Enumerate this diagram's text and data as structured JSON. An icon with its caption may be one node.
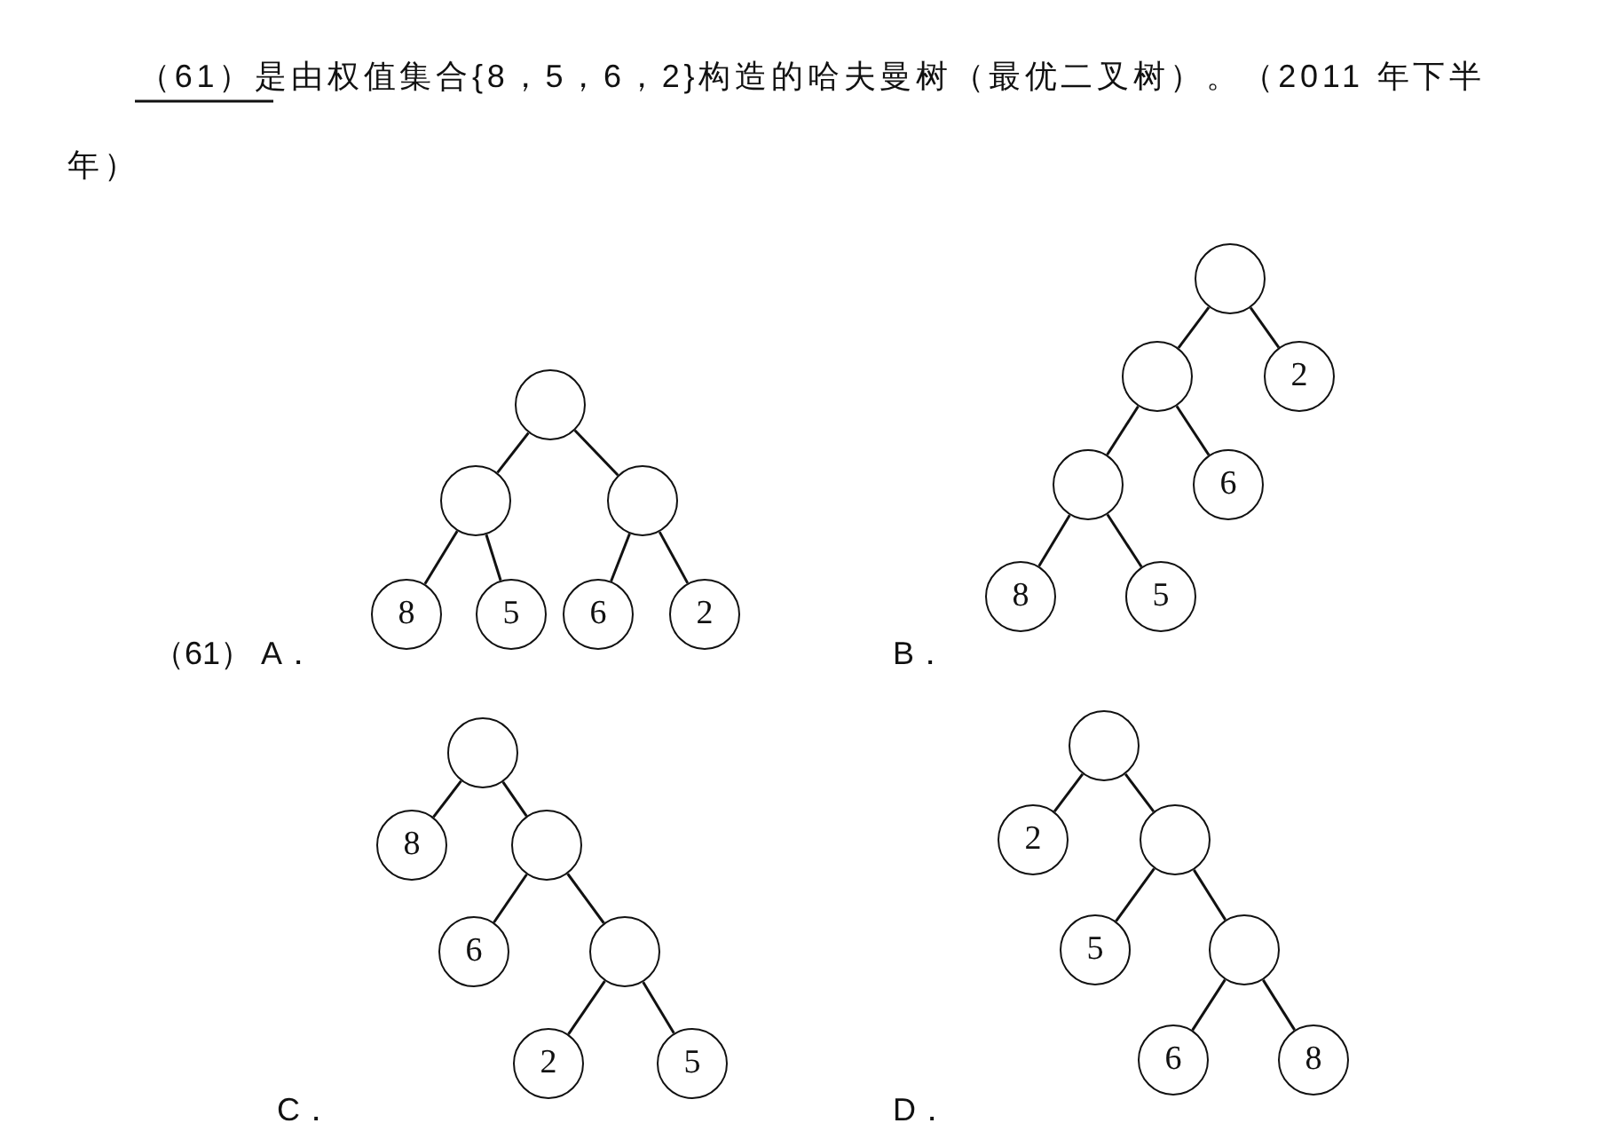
{
  "diagram": {
    "title": "（61）是由权值集合{8，5，6，2}构造的哈夫曼树（最优二叉树）。（2011 年下半年）",
    "nodes": [
      {
        "text": [],
        "shape": "circle"
      },
      {
        "text": [],
        "shape": "circle"
      },
      {
        "text": [],
        "shape": "circle"
      },
      {
        "text": [
          "8"
        ]
      },
      {
        "text": [
          "5"
        ]
      },
      {
        "text": [
          "6"
        ]
      },
      {
        "text": [
          "2"
        ]
      },
      {
        "text": [],
        "shape": "circle"
      },
      {
        "text": [],
        "shape": "circle"
      },
      {
        "text": [
          "2"
        ]
      },
      {
        "text": [],
        "shape": "circle"
      },
      {
        "text": [
          "6"
        ]
      },
      {
        "text": [
          "8"
        ]
      },
      {
        "text": [
          "5"
        ]
      },
      {
        "text": [],
        "shape": "circle"
      },
      {
        "text": [
          "8"
        ]
      },
      {
        "text": [],
        "shape": "circle"
      },
      {
        "text": [
          "6"
        ]
      },
      {
        "text": [],
        "shape": "circle"
      },
      {
        "text": [
          "2"
        ]
      },
      {
        "text": [
          "5"
        ]
      },
      {
        "text": [],
        "shape": "circle"
      },
      {
        "text": [
          "2"
        ]
      },
      {
        "text": [],
        "shape": "circle"
      },
      {
        "text": [
          "5"
        ]
      },
      {
        "text": [],
        "shape": "circle"
      },
      {
        "text": [
          "6"
        ]
      },
      {
        "text": [
          "8"
        ]
      }
    ],
    "edges": [
      {
        "from": 0,
        "to": 1,
        "arrow": "none"
      },
      {
        "from": 0,
        "to": 2,
        "arrow": "none"
      },
      {
        "from": 1,
        "to": 3,
        "arrow": "none"
      },
      {
        "from": 1,
        "to": 4,
        "arrow": "none"
      },
      {
        "from": 2,
        "to": 5,
        "arrow": "none"
      },
      {
        "from": 2,
        "to": 6,
        "arrow": "none"
      },
      {
        "from": 7,
        "to": 8,
        "arrow": "none"
      },
      {
        "from": 7,
        "to": 9,
        "arrow": "none"
      },
      {
        "from": 8,
        "to": 10,
        "arrow": "none"
      },
      {
        "from": 8,
        "to": 11,
        "arrow": "none"
      },
      {
        "from": 10,
        "to": 12,
        "arrow": "none"
      },
      {
        "from": 10,
        "to": 13,
        "arrow": "none"
      },
      {
        "from": 14,
        "to": 15,
        "arrow": "none"
      },
      {
        "from": 14,
        "to": 16,
        "arrow": "none"
      },
      {
        "from": 16,
        "to": 17,
        "arrow": "none"
      },
      {
        "from": 16,
        "to": 18,
        "arrow": "none"
      },
      {
        "from": 18,
        "to": 19,
        "arrow": "none"
      },
      {
        "from": 18,
        "to": 20,
        "arrow": "none"
      },
      {
        "from": 21,
        "to": 22,
        "arrow": "none"
      },
      {
        "from": 21,
        "to": 23,
        "arrow": "none"
      },
      {
        "from": 23,
        "to": 24,
        "arrow": "none"
      },
      {
        "from": 23,
        "to": 25,
        "arrow": "none"
      },
      {
        "from": 25,
        "to": 26,
        "arrow": "none"
      },
      {
        "from": 25,
        "to": 27,
        "arrow": "none"
      }
    ],
    "labels": [
      "（61） A．",
      "B．",
      "C．",
      "D．"
    ]
  }
}
